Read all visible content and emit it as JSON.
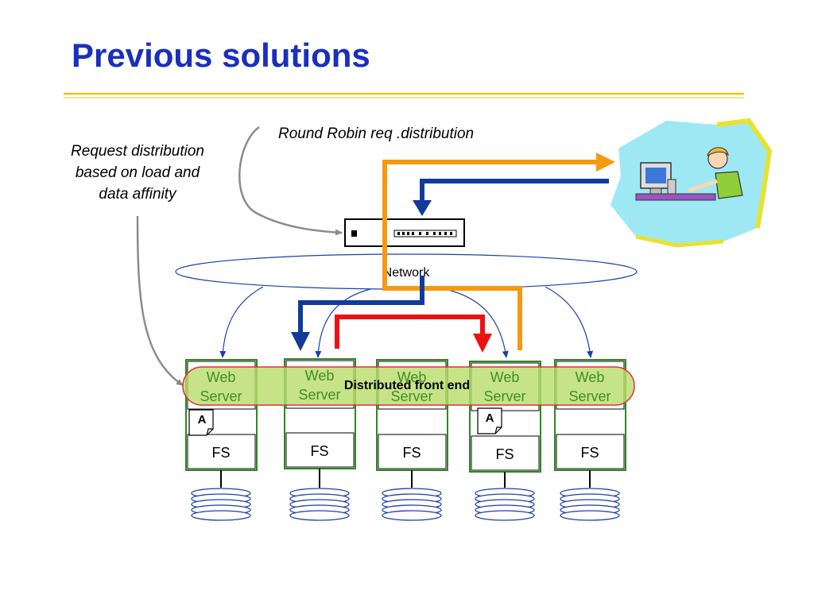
{
  "title": "Previous solutions",
  "annotations": {
    "round_robin": "Round Robin req .distribution",
    "request_distribution": [
      "Request distribution",
      "based on load and",
      "data affinity"
    ]
  },
  "network_label": "Network",
  "front_end_label": "Distributed front end",
  "servers": [
    {
      "line1": "Web",
      "line2": "Server",
      "fs": "FS",
      "doc": ""
    },
    {
      "line1": "Web",
      "line2": "Server",
      "fs": "FS",
      "doc": ""
    },
    {
      "line1": "Web",
      "line2": "Server",
      "fs": "FS",
      "doc": ""
    },
    {
      "line1": "Web",
      "line2": "Server",
      "fs": "FS",
      "doc": ""
    },
    {
      "line1": "Web",
      "line2": "Server",
      "fs": "FS",
      "doc": ""
    }
  ],
  "documents": [
    "A",
    "A"
  ],
  "colors": {
    "title": "#1a2fbe",
    "title_rule": "#e8c419",
    "server_border": "#2b8a1e",
    "front_end_fill": "#b9dc6a",
    "front_end_border": "#e0303a",
    "request_path": "#f59a10",
    "response_path": "#123a9c",
    "forward_path": "#ee1111"
  }
}
